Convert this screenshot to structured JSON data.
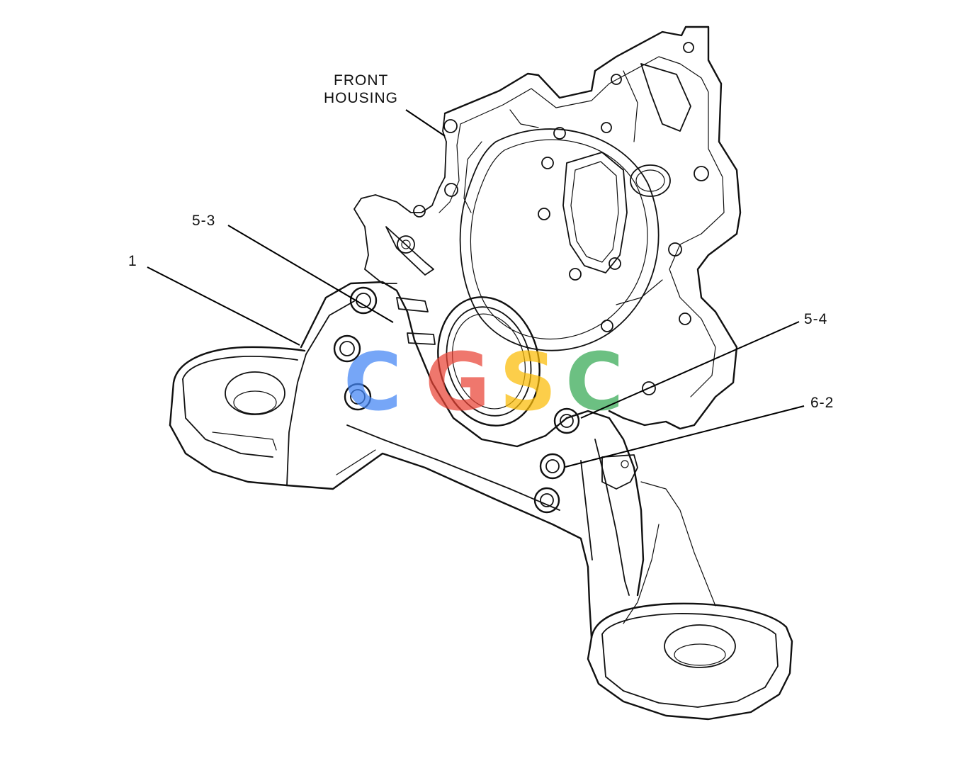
{
  "labels": {
    "front_housing_line1": "FRONT",
    "front_housing_line2": "HOUSING",
    "part_1": "1",
    "part_5_3": "5-3",
    "part_5_4": "5-4",
    "part_6_2": "6-2"
  },
  "watermark": {
    "letters": [
      "C",
      "G",
      "S",
      "C"
    ],
    "colors": [
      "#4285F4",
      "#EA4335",
      "#FBBC05",
      "#34A853"
    ]
  }
}
